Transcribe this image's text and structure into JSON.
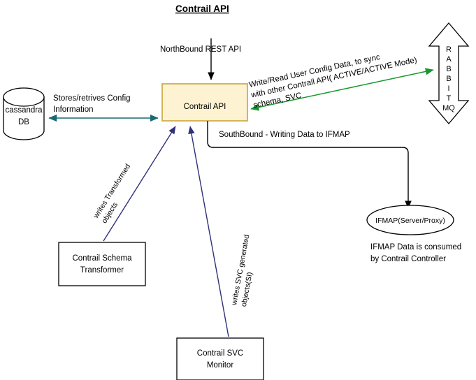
{
  "diagram": {
    "title": "Contrail API",
    "nodes": {
      "cassandra": {
        "line1": "cassandra",
        "line2": "DB"
      },
      "contrail_api": {
        "label": "Contrail API"
      },
      "rabbitmq": {
        "letters": [
          "R",
          "A",
          "B",
          "B",
          "I",
          "T"
        ],
        "tail": "MQ"
      },
      "schema_transformer": {
        "line1": "Contrail Schema",
        "line2": "Transformer"
      },
      "svc_monitor": {
        "line1": "Contrail SVC",
        "line2": "Monitor"
      },
      "ifmap": {
        "label": "IFMAP(Server/Proxy)"
      }
    },
    "edges": {
      "northbound": {
        "label": "NorthBound REST API"
      },
      "cassandra_link": {
        "line1": "Stores/retrives Config",
        "line2": "Information"
      },
      "rabbit_link": {
        "line1": "Write/Read User Config Data, to sync",
        "line2": "with other Contrail API( ACTIVE/ACTIVE Mode)",
        "line3": "schema, SVC"
      },
      "southbound": {
        "label": "SouthBound  - Writing Data to IFMAP"
      },
      "schema_edge": {
        "line1": "writes Transformed",
        "line2": "objects"
      },
      "svc_edge": {
        "line1": "writes SVC generated",
        "line2": "objects(SI)"
      }
    },
    "notes": {
      "ifmap_note": {
        "line1": "IFMAP Data is consumed",
        "line2": "by Contrail Controller"
      }
    },
    "colors": {
      "api_box_fill": "#fdf2d2",
      "api_box_border": "#c9a43a",
      "teal": "#186b6e",
      "green": "#17992f",
      "navy": "#30307a",
      "black": "#000000"
    }
  }
}
